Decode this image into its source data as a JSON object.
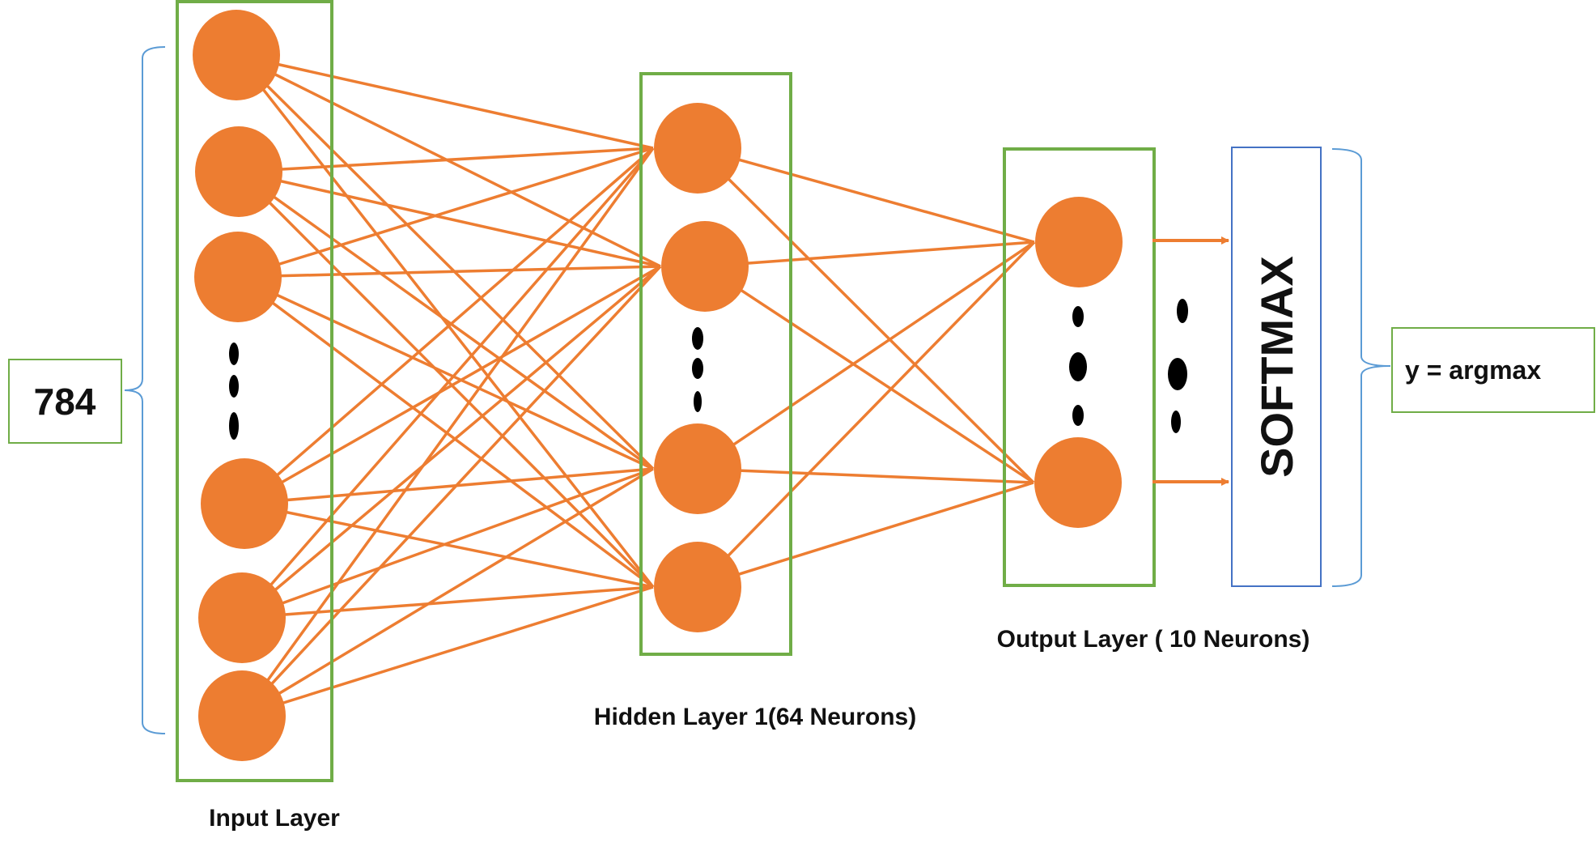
{
  "labels": {
    "input_count": "784",
    "input_layer": "Input Layer",
    "hidden_layer": "Hidden Layer 1(64 Neurons)",
    "output_layer": "Output Layer ( 10 Neurons)",
    "softmax": "SOFTMAX",
    "argmax": "y = argmax"
  },
  "colors": {
    "neuron": "#ED7D31",
    "connection": "#ED7D31",
    "layer_border": "#70AD47",
    "softmax_border": "#4472C4",
    "brace": "#5B9BD5",
    "dots": "#000000"
  },
  "layers": {
    "input": {
      "neurons_drawn": 6
    },
    "hidden": {
      "neurons_drawn": 4
    },
    "output": {
      "neurons_drawn": 2
    }
  },
  "icons": {
    "ellipsis": "vertical-ellipsis-icon",
    "arrow": "arrow-right-icon",
    "brace": "curly-brace-icon"
  }
}
